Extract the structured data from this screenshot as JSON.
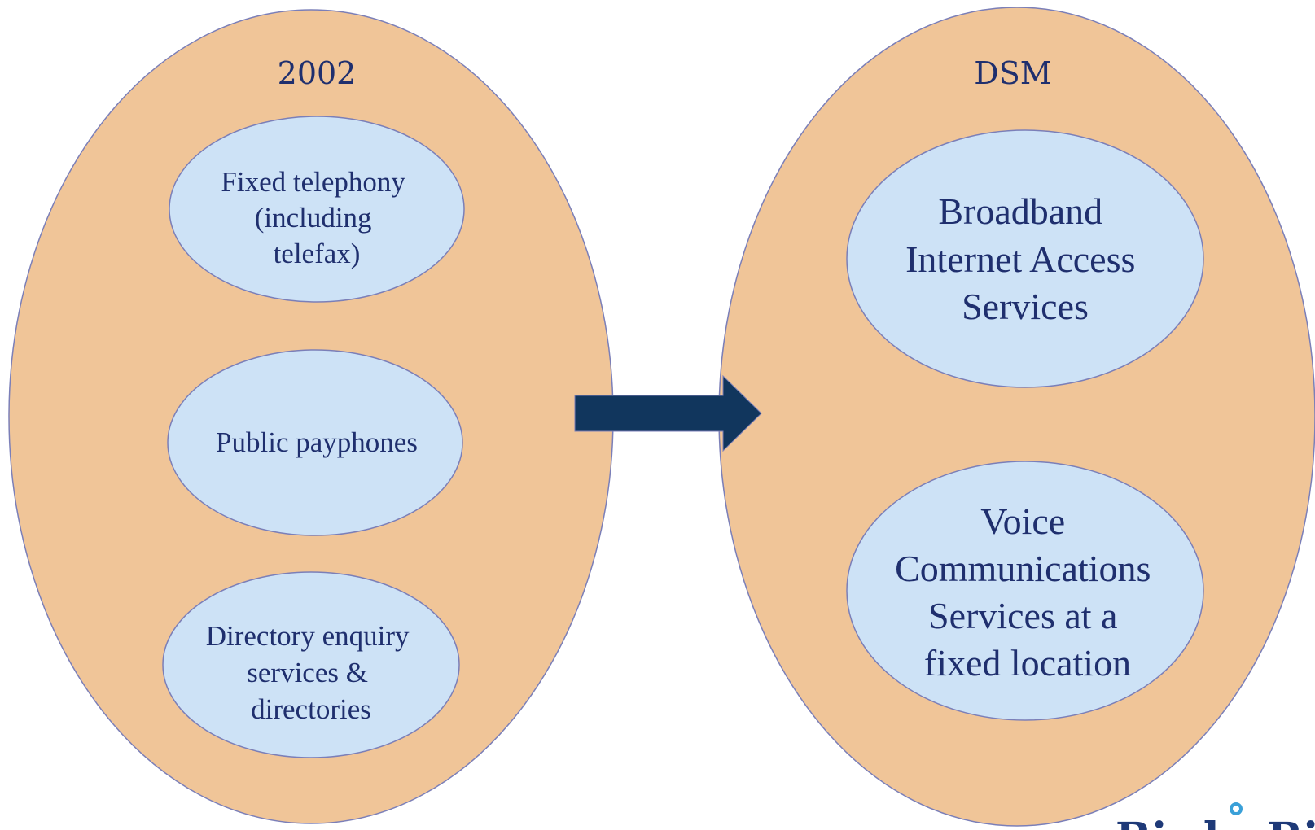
{
  "left_group": {
    "title": "2002",
    "items": [
      {
        "lines": [
          "Fixed telephony",
          "(including",
          "telefax)"
        ]
      },
      {
        "lines": [
          "Public payphones"
        ]
      },
      {
        "lines": [
          "Directory enquiry",
          "services &",
          "directories"
        ]
      }
    ]
  },
  "right_group": {
    "title": "DSM",
    "items": [
      {
        "lines": [
          "Broadband",
          "Internet Access",
          "Services"
        ]
      },
      {
        "lines": [
          "Voice",
          "Communications",
          "Services at a",
          "fixed location"
        ]
      }
    ]
  },
  "logo": {
    "text": "Bird",
    "text2": "Bi"
  },
  "colors": {
    "outer_fill": "#f0c598",
    "inner_fill": "#cde2f6",
    "outline": "#7b7fb8",
    "arrow": "#11365d",
    "text": "#1f2f6e"
  }
}
